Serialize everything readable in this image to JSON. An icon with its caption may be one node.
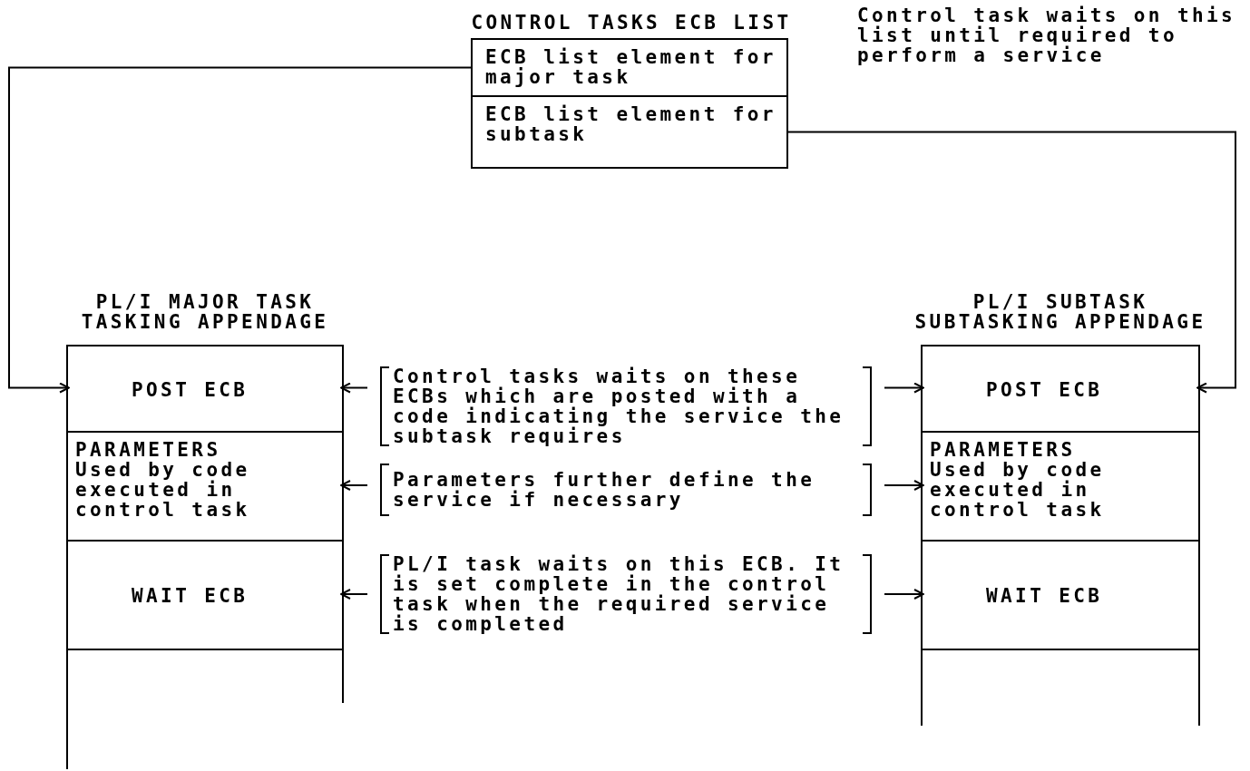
{
  "diagram": {
    "nodes": [
      {
        "text": [
          "CONTROL TASKS ECB LIST"
        ]
      },
      {
        "text": [
          "ECB list element for major task"
        ],
        "in": 0
      },
      {
        "text": [
          "ECB list element for subtask"
        ],
        "in": 0
      },
      {
        "text": [
          "PL/I MAJOR TASK TASKING APPENDAGE"
        ]
      },
      {
        "text": [
          "POST ECB"
        ],
        "in": 3
      },
      {
        "text": [
          "PARAMETERS",
          "Used by code executed in control task"
        ],
        "in": 3
      },
      {
        "text": [
          "WAIT ECB"
        ],
        "in": 3
      },
      {
        "text": [],
        "shape": "box",
        "in": 3
      },
      {
        "text": [
          "PL/I SUBTASK SUBTASKING APPENDAGE"
        ]
      },
      {
        "text": [
          "POST ECB"
        ],
        "in": 8
      },
      {
        "text": [
          "PARAMETERS",
          "Used by code executed in control task"
        ],
        "in": 8
      },
      {
        "text": [
          "WAIT ECB"
        ],
        "in": 8
      },
      {
        "text": [],
        "shape": "box",
        "in": 8
      },
      {
        "text": [
          "Control tasks waits on these ECBs which are posted with a code indicating the service the subtask requires"
        ]
      },
      {
        "text": [
          "Parameters further define the service if necessary"
        ]
      },
      {
        "text": [
          "PL/I task waits on this ECB. It is set complete in the control task when the required service is completed"
        ]
      }
    ],
    "edges": [
      {
        "from": 1,
        "to": 4,
        "arrow": "to"
      },
      {
        "from": 2,
        "to": 9,
        "arrow": "to"
      },
      {
        "from": 13,
        "to": 4,
        "arrow": "to"
      },
      {
        "from": 13,
        "to": 9,
        "arrow": "to"
      },
      {
        "from": 14,
        "to": 5,
        "arrow": "to"
      },
      {
        "from": 14,
        "to": 10,
        "arrow": "to"
      },
      {
        "from": 15,
        "to": 6,
        "arrow": "to"
      },
      {
        "from": 15,
        "to": 11,
        "arrow": "to"
      }
    ],
    "labels": [
      "Control task waits on this list until required to perform a service"
    ]
  }
}
